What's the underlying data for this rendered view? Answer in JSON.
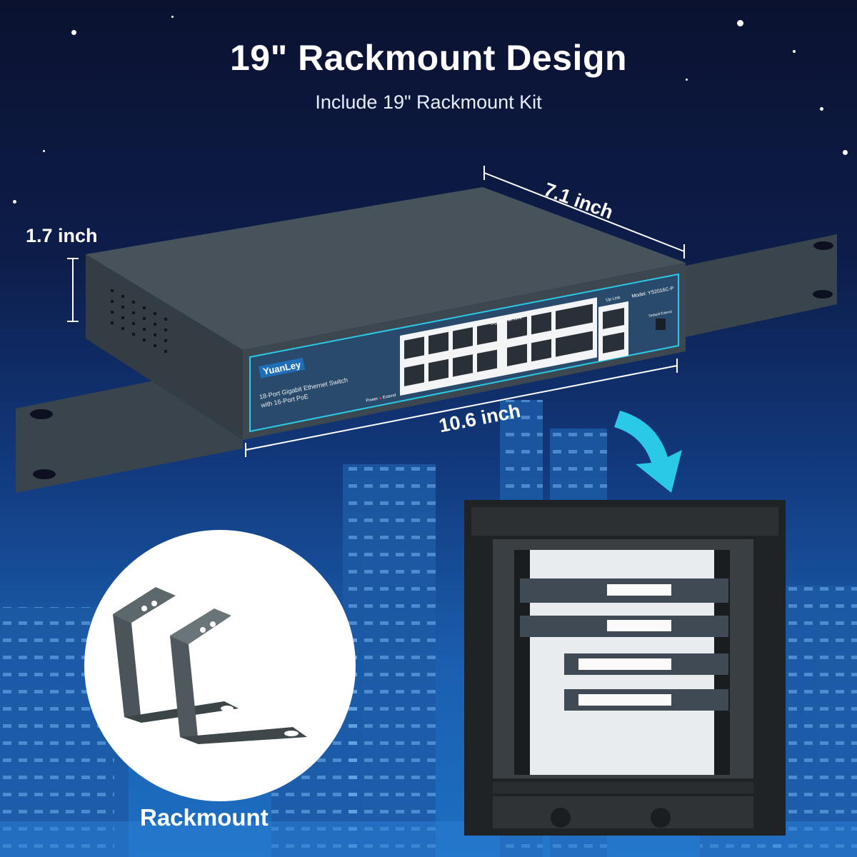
{
  "header": {
    "title": "19\" Rackmount Design",
    "subtitle": "Include 19\" Rackmount Kit"
  },
  "dimensions": {
    "height": "1.7 inch",
    "depth": "7.1 inch",
    "width": "10.6 inch"
  },
  "switch": {
    "brand": "YuanLey",
    "description_line1": "18-Port Gigabit Ethernet Switch",
    "description_line2": "with 16-Port PoE",
    "model": "Model: YS2016C-P",
    "poe_link_label": "Gigabit PoE Link",
    "uplink_label": "Up Link",
    "power_label": "Power",
    "extend_label": "Extend",
    "switch_labels": [
      "Default",
      "Extend"
    ]
  },
  "accessory": {
    "label": "Rackmount"
  },
  "colors": {
    "accent": "#2bc9e8",
    "switch_body": "#3d474f",
    "switch_panel": "#2a4a6b"
  }
}
